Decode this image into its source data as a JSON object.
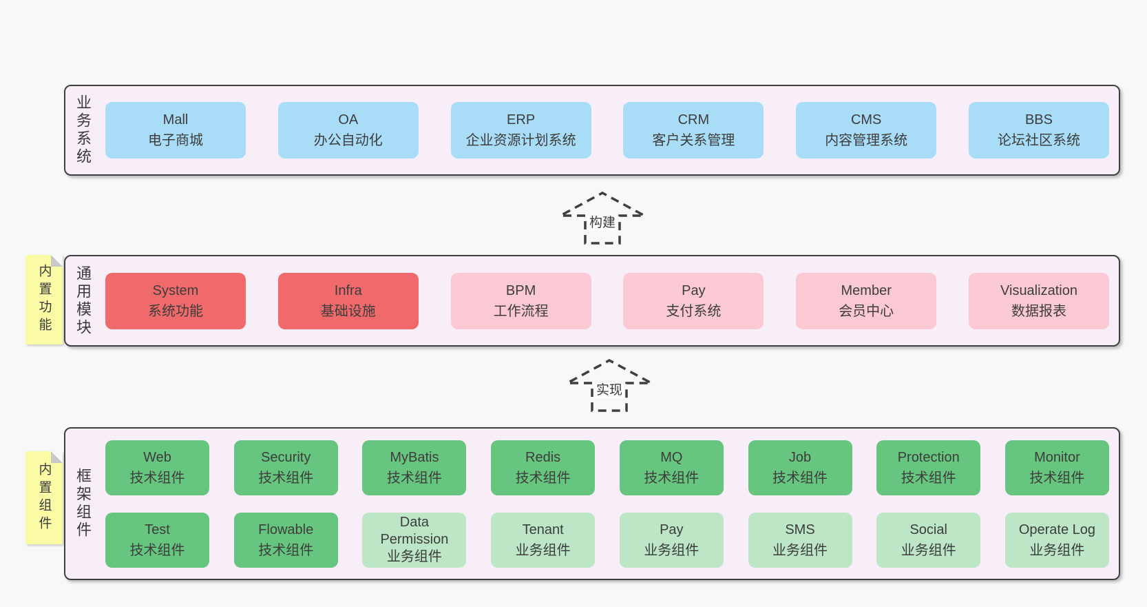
{
  "colors": {
    "page-bg": "#f8f8f8",
    "band-bg": "#f8eef7",
    "band-border": "#3f3f3f",
    "text": "#3d3d3d",
    "blue": "#a9dcf7",
    "red": "#f0696b",
    "pink": "#fbc9d4",
    "green-dark": "#66c57e",
    "green-light": "#bce6c6",
    "sticky-yellow": "#fbfba6",
    "sticky-fold": "#c8c8c8"
  },
  "arrows": [
    {
      "label": "构建"
    },
    {
      "label": "实现"
    }
  ],
  "bands": [
    {
      "label": "业务系统",
      "boxes": [
        {
          "title": "Mall",
          "subtitle": "电子商城"
        },
        {
          "title": "OA",
          "subtitle": "办公自动化"
        },
        {
          "title": "ERP",
          "subtitle": "企业资源计划系统"
        },
        {
          "title": "CRM",
          "subtitle": "客户关系管理"
        },
        {
          "title": "CMS",
          "subtitle": "内容管理系统"
        },
        {
          "title": "BBS",
          "subtitle": "论坛社区系统"
        }
      ]
    },
    {
      "label": "通用模块",
      "sticky": "内置功能",
      "boxes": [
        {
          "title": "System",
          "subtitle": "系统功能"
        },
        {
          "title": "Infra",
          "subtitle": "基础设施"
        },
        {
          "title": "BPM",
          "subtitle": "工作流程"
        },
        {
          "title": "Pay",
          "subtitle": "支付系统"
        },
        {
          "title": "Member",
          "subtitle": "会员中心"
        },
        {
          "title": "Visualization",
          "subtitle": "数据报表"
        }
      ]
    },
    {
      "label": "框架组件",
      "sticky": "内置组件",
      "rows": [
        [
          {
            "title": "Web",
            "subtitle": "技术组件"
          },
          {
            "title": "Security",
            "subtitle": "技术组件"
          },
          {
            "title": "MyBatis",
            "subtitle": "技术组件"
          },
          {
            "title": "Redis",
            "subtitle": "技术组件"
          },
          {
            "title": "MQ",
            "subtitle": "技术组件"
          },
          {
            "title": "Job",
            "subtitle": "技术组件"
          },
          {
            "title": "Protection",
            "subtitle": "技术组件"
          },
          {
            "title": "Monitor",
            "subtitle": "技术组件"
          }
        ],
        [
          {
            "title": "Test",
            "subtitle": "技术组件"
          },
          {
            "title": "Flowable",
            "subtitle": "技术组件"
          },
          {
            "title": "Data Permission",
            "subtitle": "业务组件"
          },
          {
            "title": "Tenant",
            "subtitle": "业务组件"
          },
          {
            "title": "Pay",
            "subtitle": "业务组件"
          },
          {
            "title": "SMS",
            "subtitle": "业务组件"
          },
          {
            "title": "Social",
            "subtitle": "业务组件"
          },
          {
            "title": "Operate Log",
            "subtitle": "业务组件"
          }
        ]
      ]
    }
  ]
}
